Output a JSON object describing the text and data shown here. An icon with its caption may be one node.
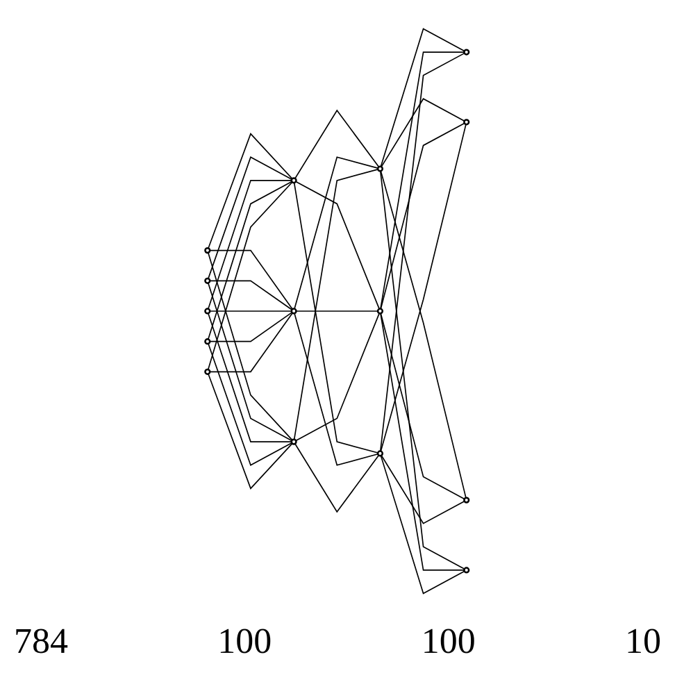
{
  "diagram": {
    "nodes": [
      {
        "text": [],
        "shape": "circle"
      },
      {
        "text": [],
        "shape": "circle"
      },
      {
        "text": [],
        "shape": "circle"
      },
      {
        "text": [],
        "shape": "circle"
      },
      {
        "text": [],
        "shape": "circle"
      },
      {
        "text": [],
        "shape": "circle"
      },
      {
        "text": [],
        "shape": "circle"
      },
      {
        "text": [],
        "shape": "circle"
      },
      {
        "text": [],
        "shape": "circle"
      },
      {
        "text": [],
        "shape": "circle"
      },
      {
        "text": [],
        "shape": "circle"
      },
      {
        "text": [],
        "shape": "circle"
      },
      {
        "text": [],
        "shape": "circle"
      },
      {
        "text": [],
        "shape": "circle"
      },
      {
        "text": [],
        "shape": "circle"
      }
    ],
    "edges": [
      {
        "from": 0,
        "to": 5,
        "arrow": "none"
      },
      {
        "from": 0,
        "to": 6,
        "arrow": "none"
      },
      {
        "from": 0,
        "to": 7,
        "arrow": "none"
      },
      {
        "from": 1,
        "to": 5,
        "arrow": "none"
      },
      {
        "from": 1,
        "to": 6,
        "arrow": "none"
      },
      {
        "from": 1,
        "to": 7,
        "arrow": "none"
      },
      {
        "from": 2,
        "to": 5,
        "arrow": "none"
      },
      {
        "from": 2,
        "to": 6,
        "arrow": "none"
      },
      {
        "from": 2,
        "to": 7,
        "arrow": "none"
      },
      {
        "from": 3,
        "to": 5,
        "arrow": "none"
      },
      {
        "from": 3,
        "to": 6,
        "arrow": "none"
      },
      {
        "from": 3,
        "to": 7,
        "arrow": "none"
      },
      {
        "from": 4,
        "to": 5,
        "arrow": "none"
      },
      {
        "from": 4,
        "to": 6,
        "arrow": "none"
      },
      {
        "from": 4,
        "to": 7,
        "arrow": "none"
      },
      {
        "from": 5,
        "to": 8,
        "arrow": "none"
      },
      {
        "from": 5,
        "to": 9,
        "arrow": "none"
      },
      {
        "from": 5,
        "to": 10,
        "arrow": "none"
      },
      {
        "from": 6,
        "to": 8,
        "arrow": "none"
      },
      {
        "from": 6,
        "to": 9,
        "arrow": "none"
      },
      {
        "from": 6,
        "to": 10,
        "arrow": "none"
      },
      {
        "from": 7,
        "to": 8,
        "arrow": "none"
      },
      {
        "from": 7,
        "to": 9,
        "arrow": "none"
      },
      {
        "from": 7,
        "to": 10,
        "arrow": "none"
      },
      {
        "from": 8,
        "to": 11,
        "arrow": "none"
      },
      {
        "from": 8,
        "to": 12,
        "arrow": "none"
      },
      {
        "from": 8,
        "to": 13,
        "arrow": "none"
      },
      {
        "from": 8,
        "to": 14,
        "arrow": "none"
      },
      {
        "from": 9,
        "to": 11,
        "arrow": "none"
      },
      {
        "from": 9,
        "to": 12,
        "arrow": "none"
      },
      {
        "from": 9,
        "to": 13,
        "arrow": "none"
      },
      {
        "from": 9,
        "to": 14,
        "arrow": "none"
      },
      {
        "from": 10,
        "to": 11,
        "arrow": "none"
      },
      {
        "from": 10,
        "to": 12,
        "arrow": "none"
      },
      {
        "from": 10,
        "to": 13,
        "arrow": "none"
      },
      {
        "from": 10,
        "to": 14,
        "arrow": "none"
      }
    ],
    "labels": [
      "784",
      "100",
      "100",
      "10"
    ]
  }
}
